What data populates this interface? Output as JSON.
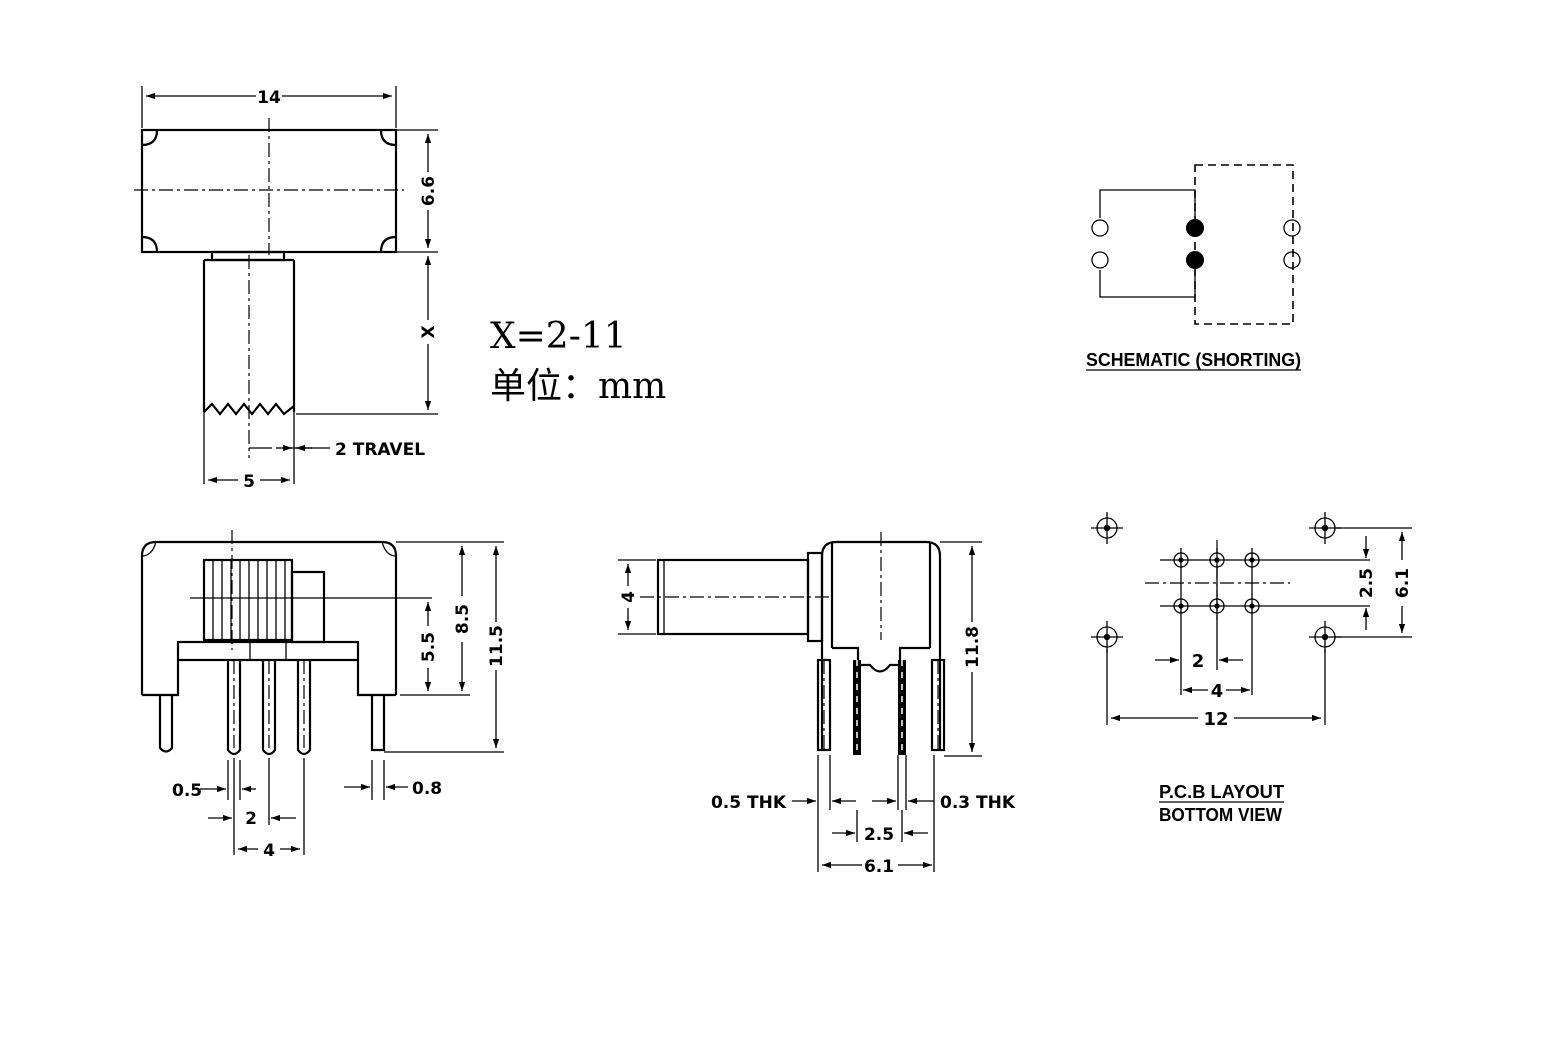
{
  "top_view": {
    "width_dim": "14",
    "height_dim": "6.6",
    "lever_dim": "X",
    "travel_dim": "2 TRAVEL",
    "lever_width_dim": "5"
  },
  "note": {
    "x_range": "X=2-11",
    "unit": "单位：mm"
  },
  "schematic": {
    "caption": "SCHEMATIC (SHORTING)"
  },
  "front_view": {
    "dim_55": "5.5",
    "dim_85": "8.5",
    "dim_115": "11.5",
    "pin_width": "0.5",
    "pin_pitch": "2",
    "pin_span": "4",
    "lug_width": "0.8"
  },
  "side_view": {
    "lever_dim": "4",
    "height_dim": "11.8",
    "thk_left": "0.5 THK",
    "thk_right": "0.3 THK",
    "row_pitch": "2.5",
    "body_width": "6.1"
  },
  "pcb_layout": {
    "row_pitch": "2.5",
    "mount_pitch_v": "6.1",
    "pin_pitch": "2",
    "pin_span": "4",
    "mount_pitch_h": "12",
    "caption_line1": "P.C.B LAYOUT",
    "caption_line2": "BOTTOM VIEW"
  }
}
